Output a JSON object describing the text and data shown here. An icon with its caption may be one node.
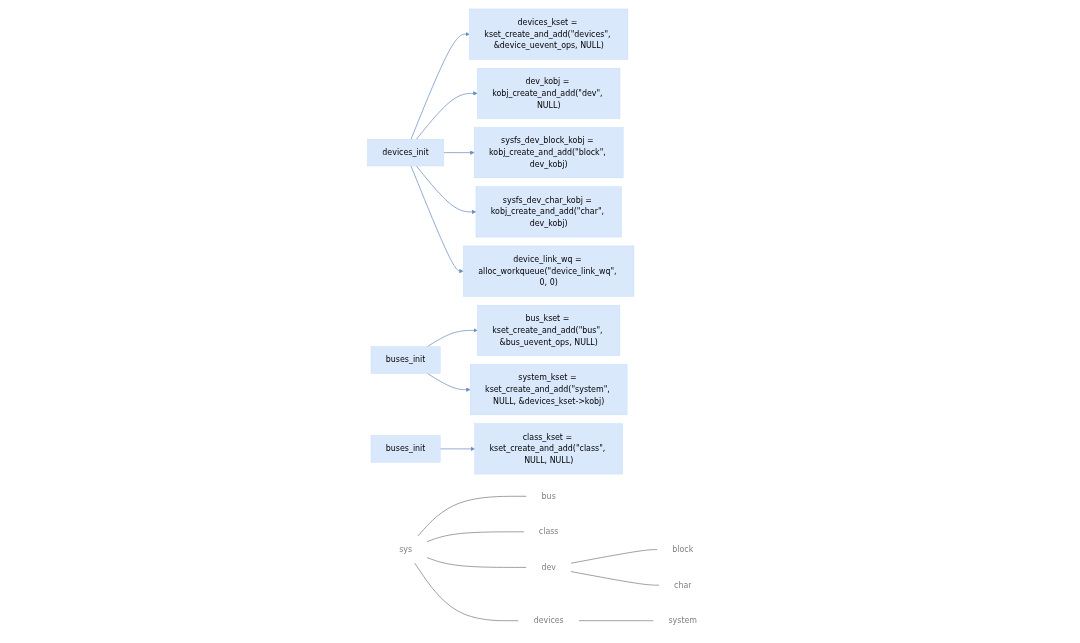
{
  "diagram": {
    "nodes": [
      {
        "text": [
          "devices_init"
        ]
      },
      {
        "text": [
          "devices_kset = kset_create_and_add(\"devices\", &device_uevent_ops, NULL)"
        ]
      },
      {
        "text": [
          "dev_kobj = kobj_create_and_add(\"dev\", NULL)"
        ]
      },
      {
        "text": [
          "sysfs_dev_block_kobj = kobj_create_and_add(\"block\", dev_kobj)"
        ]
      },
      {
        "text": [
          "sysfs_dev_char_kobj = kobj_create_and_add(\"char\", dev_kobj)"
        ]
      },
      {
        "text": [
          "device_link_wq = alloc_workqueue(\"device_link_wq\", 0, 0)"
        ]
      },
      {
        "text": [
          "buses_init"
        ]
      },
      {
        "text": [
          "bus_kset = kset_create_and_add(\"bus\", &bus_uevent_ops, NULL)"
        ]
      },
      {
        "text": [
          "system_kset = kset_create_and_add(\"system\", NULL, &devices_kset->kobj)"
        ]
      },
      {
        "text": [
          "buses_init"
        ]
      },
      {
        "text": [
          "class_kset = kset_create_and_add(\"class\", NULL, NULL)"
        ]
      },
      {
        "text": [
          "sys"
        ]
      },
      {
        "text": [
          "bus"
        ]
      },
      {
        "text": [
          "class"
        ]
      },
      {
        "text": [
          "dev"
        ]
      },
      {
        "text": [
          "block"
        ]
      },
      {
        "text": [
          "char"
        ]
      },
      {
        "text": [
          "devices"
        ]
      },
      {
        "text": [
          "system"
        ]
      }
    ],
    "edges": [
      {
        "from": 0,
        "to": 1,
        "arrow": "to"
      },
      {
        "from": 0,
        "to": 2,
        "arrow": "to"
      },
      {
        "from": 0,
        "to": 3,
        "arrow": "to"
      },
      {
        "from": 0,
        "to": 4,
        "arrow": "to"
      },
      {
        "from": 0,
        "to": 5,
        "arrow": "to"
      },
      {
        "from": 6,
        "to": 7,
        "arrow": "to"
      },
      {
        "from": 6,
        "to": 8,
        "arrow": "to"
      },
      {
        "from": 9,
        "to": 10,
        "arrow": "to"
      },
      {
        "from": 11,
        "to": 12,
        "arrow": "none",
        "color": "#808080"
      },
      {
        "from": 11,
        "to": 13,
        "arrow": "none",
        "color": "#808080"
      },
      {
        "from": 11,
        "to": 14,
        "arrow": "none",
        "color": "#808080"
      },
      {
        "from": 14,
        "to": 15,
        "arrow": "none",
        "color": "#808080"
      },
      {
        "from": 14,
        "to": 16,
        "arrow": "none",
        "color": "#808080"
      },
      {
        "from": 11,
        "to": 17,
        "arrow": "none",
        "color": "#808080"
      },
      {
        "from": 17,
        "to": 18,
        "arrow": "none",
        "color": "#808080"
      }
    ]
  }
}
